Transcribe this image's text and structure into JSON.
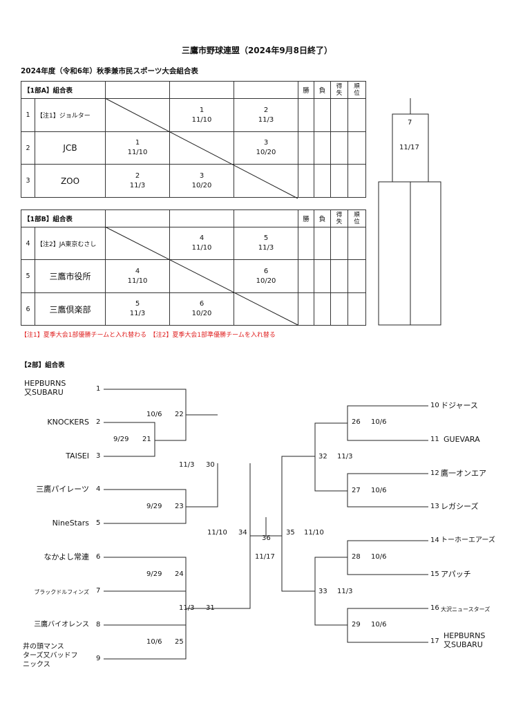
{
  "title": "三鷹市野球連盟（2024年9月8日終了）",
  "subtitle": "2024年度（令和6年）秋季兼市民スポーツ大会組合表",
  "headers": {
    "win": "勝",
    "loss": "負",
    "score1": "得",
    "score2": "失",
    "rank1": "順",
    "rank2": "位"
  },
  "groupA": {
    "label": "【1部A】組合表",
    "rows": [
      {
        "no": "1",
        "team": "【注1】ジョルター",
        "c2": [
          "1",
          "11/10"
        ],
        "c3": [
          "2",
          "11/3"
        ]
      },
      {
        "no": "2",
        "team": "JCB",
        "c1": [
          "1",
          "11/10"
        ],
        "c3": [
          "3",
          "10/20"
        ]
      },
      {
        "no": "3",
        "team": "ZOO",
        "c1": [
          "2",
          "11/3"
        ],
        "c2": [
          "3",
          "10/20"
        ]
      }
    ]
  },
  "groupB": {
    "label": "【1部B】組合表",
    "rows": [
      {
        "no": "4",
        "team": "【注2】JA東京むさし",
        "c2": [
          "4",
          "11/10"
        ],
        "c3": [
          "5",
          "11/3"
        ]
      },
      {
        "no": "5",
        "team": "三鷹市役所",
        "c1": [
          "4",
          "11/10"
        ],
        "c3": [
          "6",
          "10/20"
        ]
      },
      {
        "no": "6",
        "team": "三鷹倶楽部",
        "c1": [
          "5",
          "11/3"
        ],
        "c2": [
          "6",
          "10/20"
        ]
      }
    ]
  },
  "final1": {
    "game": "7",
    "date": "11/17"
  },
  "note": "【注1】夏季大会1部優勝チームと入れ替わる　【注2】夏季大会1部準優勝チームを入れ替る",
  "div2": {
    "label": "【2部】組合表",
    "left_teams": [
      {
        "no": "1",
        "name": "HEPBURNS\n又SUBARU"
      },
      {
        "no": "2",
        "name": "KNOCKERS"
      },
      {
        "no": "3",
        "name": "TAISEI"
      },
      {
        "no": "4",
        "name": "三鷹パイレーツ"
      },
      {
        "no": "5",
        "name": "NineStars"
      },
      {
        "no": "6",
        "name": "なかよし常連"
      },
      {
        "no": "7",
        "name": "ブラックドルフィンズ"
      },
      {
        "no": "8",
        "name": "三鷹バイオレンス"
      },
      {
        "no": "9",
        "name": "井の頭マンス\nターズ又バッドフ\nニックス"
      }
    ],
    "right_teams": [
      {
        "no": "10",
        "name": "ドジャース"
      },
      {
        "no": "11",
        "name": "GUEVARA"
      },
      {
        "no": "12",
        "name": "鷹一オンエア"
      },
      {
        "no": "13",
        "name": "レガシーズ"
      },
      {
        "no": "14",
        "name": "トーホーエアーズ"
      },
      {
        "no": "15",
        "name": "アパッチ"
      },
      {
        "no": "16",
        "name": "大沢ニュースターズ"
      },
      {
        "no": "17",
        "name": "HEPBURNS\n又SUBARU"
      }
    ],
    "games": {
      "g21": {
        "no": "21",
        "date": "9/29"
      },
      "g22": {
        "no": "22",
        "date": "10/6"
      },
      "g23": {
        "no": "23",
        "date": "9/29"
      },
      "g24": {
        "no": "24",
        "date": "9/29"
      },
      "g25": {
        "no": "25",
        "date": "10/6"
      },
      "g30": {
        "no": "30",
        "date": "11/3"
      },
      "g31": {
        "no": "31",
        "date": "11/3"
      },
      "g34": {
        "no": "34",
        "date": "11/10"
      },
      "g36": {
        "no": "36",
        "date": "11/17"
      },
      "g35": {
        "no": "35",
        "date": "11/10"
      },
      "g32": {
        "no": "32",
        "date": "11/3"
      },
      "g33": {
        "no": "33",
        "date": "11/3"
      },
      "g26": {
        "no": "26",
        "date": "10/6"
      },
      "g27": {
        "no": "27",
        "date": "10/6"
      },
      "g28": {
        "no": "28",
        "date": "10/6"
      },
      "g29": {
        "no": "29",
        "date": "10/6"
      }
    }
  }
}
